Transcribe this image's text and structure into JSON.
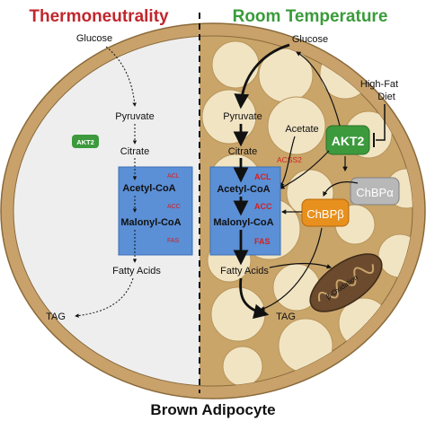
{
  "headers": {
    "left": "Thermoneutrality",
    "right": "Room Temperature",
    "left_color": "#c0272d",
    "right_color": "#3a9b3a"
  },
  "footer": {
    "caption": "Brown Adipocyte"
  },
  "left_panel": {
    "glucose": "Glucose",
    "pyruvate": "Pyruvate",
    "citrate": "Citrate",
    "akt2": "AKT2",
    "acetyl_coa": "Acetyl-CoA",
    "malonyl_coa": "Malonyl-CoA",
    "fatty_acids": "Fatty Acids",
    "tag": "TAG",
    "acl": "ACL",
    "acc": "ACC",
    "fas": "FAS"
  },
  "right_panel": {
    "glucose": "Glucose",
    "high_fat_diet_line1": "High-Fat",
    "high_fat_diet_line2": "Diet",
    "pyruvate": "Pyruvate",
    "acetate": "Acetate",
    "citrate": "Citrate",
    "acss2": "ACSS2",
    "akt2": "AKT2",
    "chbp_alpha": "ChBPα",
    "chbp_beta": "ChBPβ",
    "acetyl_coa": "Acetyl-CoA",
    "malonyl_coa": "Malonyl-CoA",
    "fatty_acids": "Fatty Acids",
    "tag": "TAG",
    "acl": "ACL",
    "acc": "ACC",
    "fas": "FAS",
    "beta_oxidation": "β-Oxidation"
  },
  "colors": {
    "membrane": "#c9a26b",
    "membrane_stroke": "#8a6a3a",
    "left_cytoplasm": "#eeeeee",
    "right_cytoplasm": "#c9a56a",
    "lipid_droplet": "#f1e4c3",
    "akt2_green": "#3c9a3c",
    "chbp_beta_orange": "#e8901e",
    "chbp_alpha_gray": "#b8b8b8",
    "enzyme_box_blue": "#5b8fd6",
    "enzyme_red": "#d42020",
    "mitochondrion": "#6b4a2e"
  }
}
